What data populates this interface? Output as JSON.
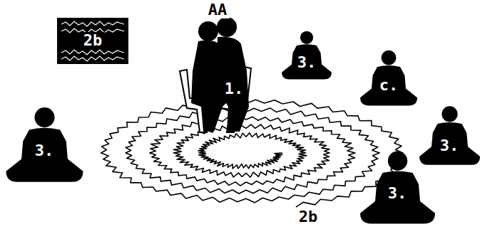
{
  "diagram": {
    "labels": [
      "AA",
      "2b",
      "1.",
      "3.",
      "c.",
      "3.",
      "3.",
      "2b",
      "3."
    ]
  }
}
